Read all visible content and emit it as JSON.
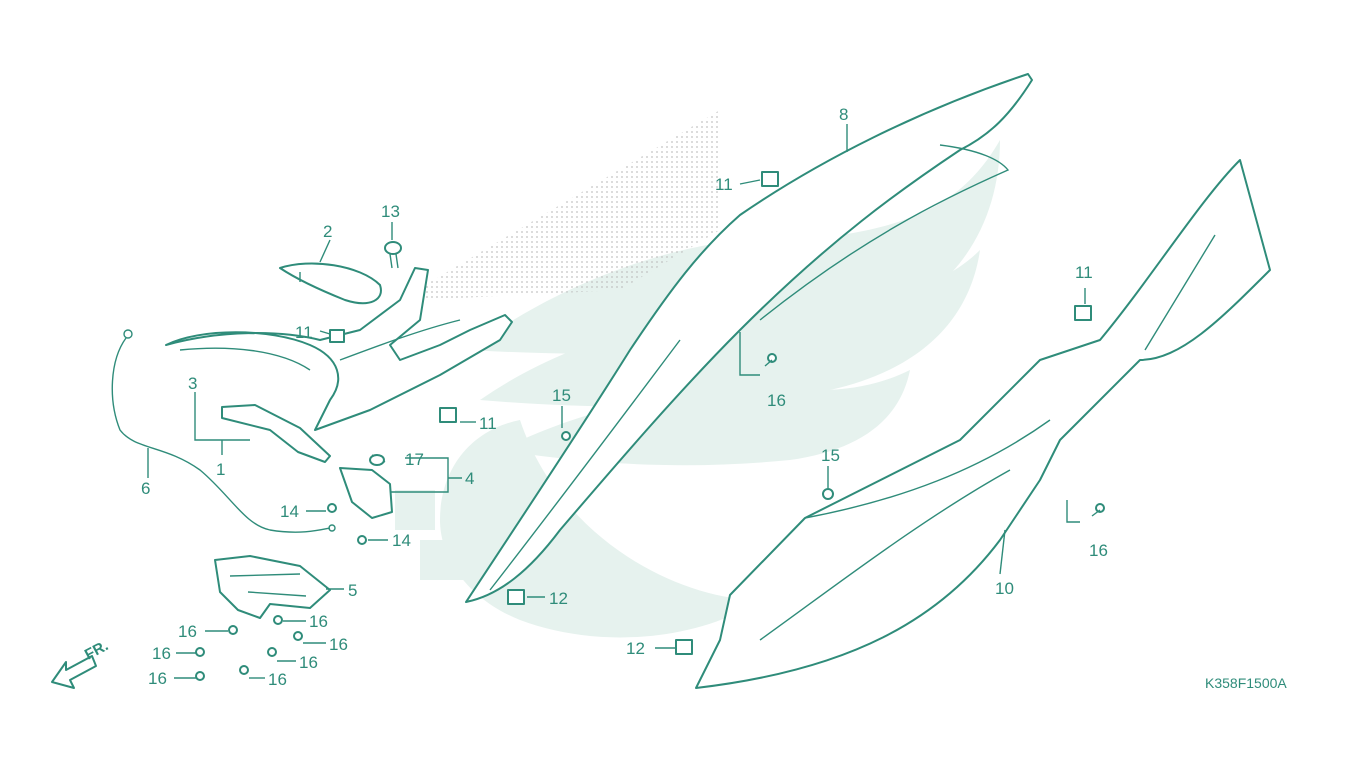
{
  "diagram": {
    "code": "K358F1500A",
    "direction_label": "FR.",
    "callouts": [
      {
        "id": "c1",
        "label": "1"
      },
      {
        "id": "c2",
        "label": "2"
      },
      {
        "id": "c3",
        "label": "3"
      },
      {
        "id": "c4",
        "label": "4"
      },
      {
        "id": "c5",
        "label": "5"
      },
      {
        "id": "c6",
        "label": "6"
      },
      {
        "id": "c8",
        "label": "8"
      },
      {
        "id": "c10",
        "label": "10"
      },
      {
        "id": "c11a",
        "label": "11"
      },
      {
        "id": "c11b",
        "label": "11"
      },
      {
        "id": "c11c",
        "label": "11"
      },
      {
        "id": "c11d",
        "label": "11"
      },
      {
        "id": "c12a",
        "label": "12"
      },
      {
        "id": "c12b",
        "label": "12"
      },
      {
        "id": "c13",
        "label": "13"
      },
      {
        "id": "c14a",
        "label": "14"
      },
      {
        "id": "c14b",
        "label": "14"
      },
      {
        "id": "c15a",
        "label": "15"
      },
      {
        "id": "c15b",
        "label": "15"
      },
      {
        "id": "c16a",
        "label": "16"
      },
      {
        "id": "c16b",
        "label": "16"
      },
      {
        "id": "c16c",
        "label": "16"
      },
      {
        "id": "c16d",
        "label": "16"
      },
      {
        "id": "c16e",
        "label": "16"
      },
      {
        "id": "c16f",
        "label": "16"
      },
      {
        "id": "c16g",
        "label": "16"
      },
      {
        "id": "c16h",
        "label": "16"
      },
      {
        "id": "c16i",
        "label": "16"
      },
      {
        "id": "c17",
        "label": "17"
      }
    ],
    "colors": {
      "line": "#2f8c7a",
      "watermark": "#e6f2ee",
      "dots": "#bcbcbc"
    }
  }
}
